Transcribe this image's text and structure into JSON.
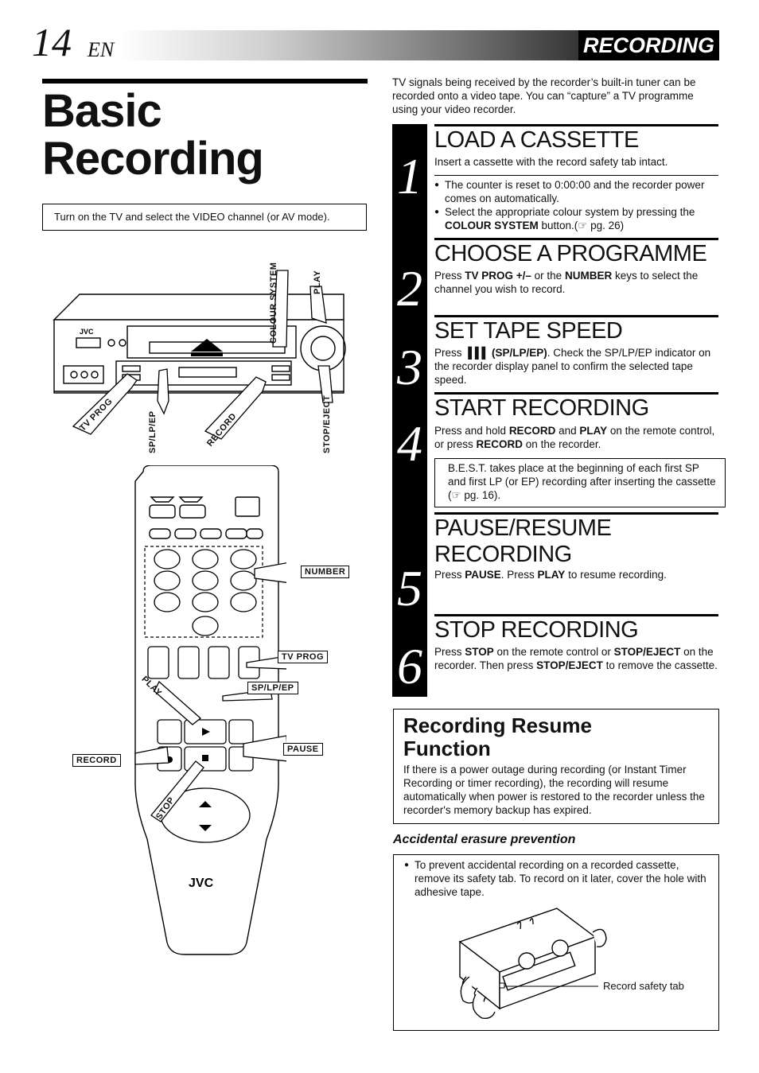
{
  "header": {
    "page_number": "14",
    "language": "EN",
    "section": "RECORDING"
  },
  "title": {
    "line1": "Basic",
    "line2": "Recording"
  },
  "intro_box": "Turn on the TV and select the VIDEO channel (or AV mode).",
  "description": "TV signals being received by the recorder’s built-in tuner can be recorded onto a video tape. You can “capture” a TV programme using your video recorder.",
  "illustration_labels": {
    "vcr": {
      "colour_system": "COLOUR SYSTEM",
      "play": "PLAY",
      "tv_prog": "TV PROG",
      "sp_lp_ep": "SP/LP/EP",
      "record": "RECORD",
      "stop_eject": "STOP/EJECT",
      "brand": "JVC"
    },
    "remote": {
      "number": "NUMBER",
      "tv_prog": "TV PROG",
      "play": "PLAY",
      "sp_lp_ep": "SP/LP/EP",
      "record": "RECORD",
      "pause": "PAUSE",
      "stop": "STOP",
      "brand": "JVC"
    }
  },
  "steps": [
    {
      "number": "1",
      "title": "LOAD A CASSETTE",
      "text": "Insert a cassette with the record safety tab intact.",
      "bullets": [
        {
          "pre": "The counter is reset to 0:00:00 and the recorder power comes on automatically."
        },
        {
          "pre": "Select the appropriate colour system by pressing the ",
          "bold": "COLOUR SYSTEM",
          "post": " button.(☞ pg. 26)"
        }
      ]
    },
    {
      "number": "2",
      "title": "CHOOSE A PROGRAMME",
      "t1": "Press ",
      "b1": "TV PROG +/–",
      "t2": " or the ",
      "b2": "NUMBER",
      "t3": " keys to select the channel you wish to record."
    },
    {
      "number": "3",
      "title": "SET TAPE SPEED",
      "t1": "Press ",
      "b1": "(SP/LP/EP)",
      "t2": ". Check the SP/LP/EP indicator on the recorder display panel to confirm the selected tape speed."
    },
    {
      "number": "4",
      "title": "START RECORDING",
      "t1": "Press and hold ",
      "b1": "RECORD",
      "t2": " and ",
      "b2": "PLAY",
      "t3": " on the remote control, or press ",
      "b3": "RECORD",
      "t4": " on the recorder.",
      "note": "B.E.S.T. takes place at the beginning of each first SP and first LP (or EP) recording after inserting the cassette (☞ pg. 16)."
    },
    {
      "number": "5",
      "title_line1": "PAUSE/RESUME",
      "title_line2": "RECORDING",
      "t1": "Press ",
      "b1": "PAUSE",
      "t2": ". Press ",
      "b2": "PLAY",
      "t3": " to resume recording."
    },
    {
      "number": "6",
      "title": "STOP RECORDING",
      "t1": "Press ",
      "b1": "STOP",
      "t2": " on the remote control or ",
      "b2": "STOP/EJECT",
      "t3": " on the recorder. Then press ",
      "b3": "STOP/EJECT",
      "t4": " to remove the cassette."
    }
  ],
  "resume_function": {
    "title_line1": "Recording Resume",
    "title_line2": "Function",
    "text": "If there is a power outage during recording (or Instant Timer Recording or timer recording), the recording will resume automatically when power is restored to the recorder unless the recorder's memory backup has expired."
  },
  "accidental": {
    "title": "Accidental erasure prevention",
    "text": "To prevent accidental recording on a recorded cassette, remove its safety tab. To record on it later, cover the hole with adhesive tape.",
    "tab_label": "Record safety tab"
  }
}
